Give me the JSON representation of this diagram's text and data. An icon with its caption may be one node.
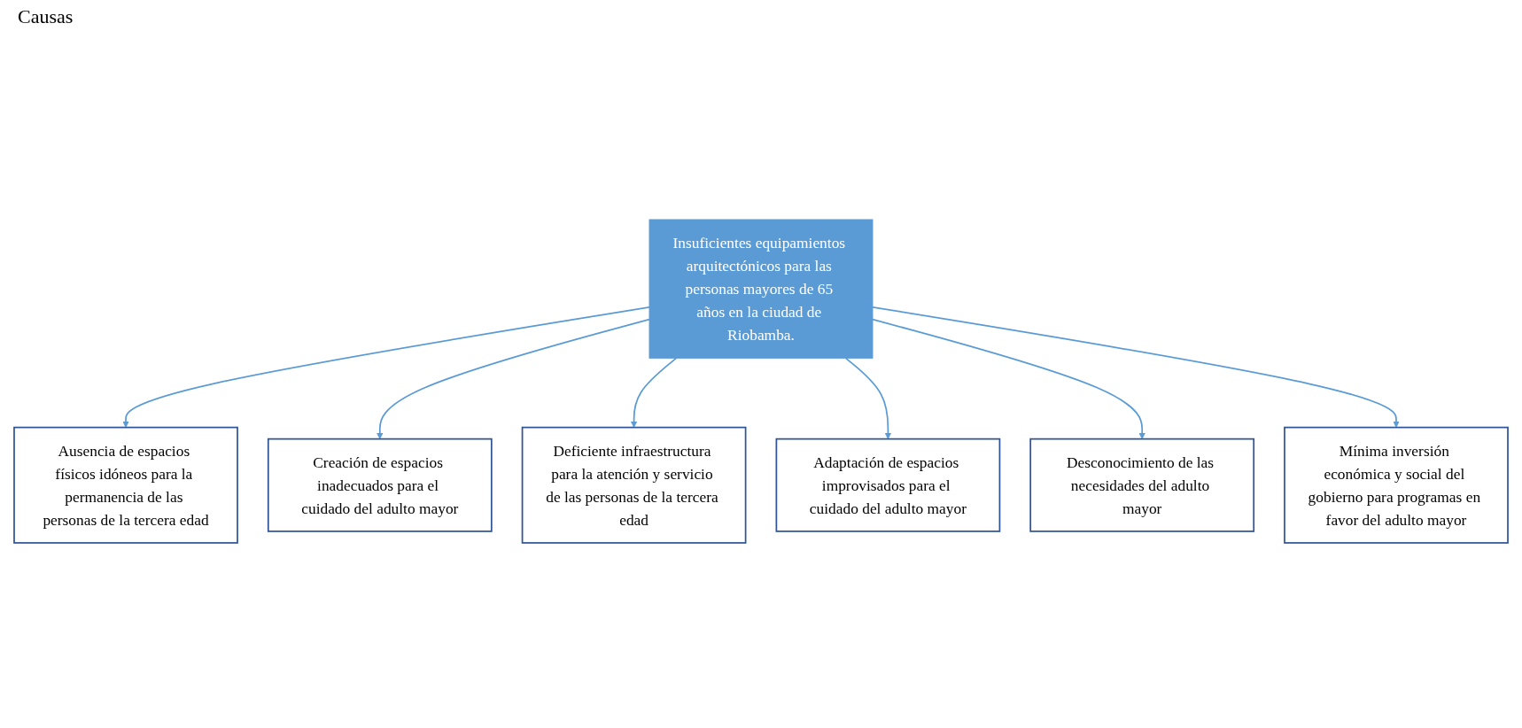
{
  "diagram": {
    "nodes": [
      {
        "text": [
          "Ausencia de espacios físicos idóneos para la permanencia de las personas de la tercera edad"
        ]
      },
      {
        "text": [
          "Creación de espacios inadecuados para el cuidado del adulto mayor"
        ]
      },
      {
        "text": [
          "Deficiente infraestructura para la atención y servicio de las personas de la tercera edad"
        ]
      },
      {
        "text": [
          "Insuficientes equipamientos arquitectónicos para las personas mayores de 65 años en la ciudad de Riobamba."
        ]
      },
      {
        "text": [
          "Adaptación de espacios improvisados para el cuidado del adulto mayor"
        ]
      },
      {
        "text": [
          "Desconocimiento de las necesidades del adulto mayor"
        ]
      },
      {
        "text": [
          "Mínima inversión económica y social del gobierno para programas en favor del adulto mayor"
        ]
      }
    ],
    "edges": [
      {
        "from": 3,
        "to": 0,
        "arrow": "to"
      },
      {
        "from": 3,
        "to": 1,
        "arrow": "to"
      },
      {
        "from": 3,
        "to": 2,
        "arrow": "to"
      },
      {
        "from": 3,
        "to": 4,
        "arrow": "to"
      },
      {
        "from": 3,
        "to": 5,
        "arrow": "to"
      },
      {
        "from": 3,
        "to": 6,
        "arrow": "to"
      }
    ],
    "labels": [
      "Causas"
    ]
  }
}
